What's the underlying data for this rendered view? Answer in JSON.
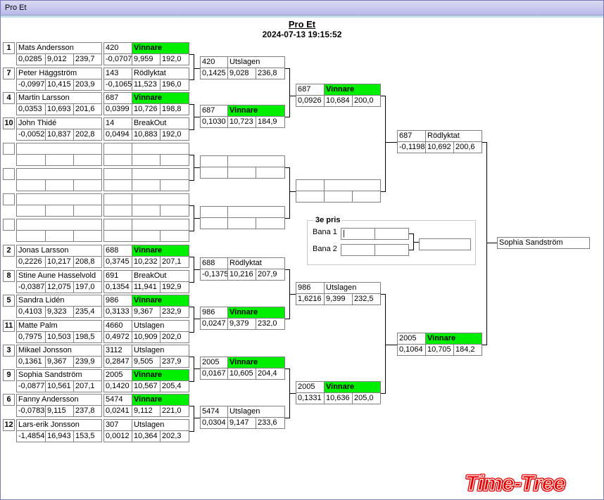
{
  "window": {
    "title": "Pro Et"
  },
  "header": {
    "title": "Pro Et",
    "datetime": "2024-07-13 19:15:52"
  },
  "players": [
    {
      "seed": "1",
      "name": "Mats Andersson",
      "rt": "0,0285",
      "et": "9,012",
      "speed": "239,7",
      "car": "420",
      "status": "Vinnare",
      "win": true,
      "rt2": "-0,0707",
      "et2": "9,959",
      "speed2": "192,0"
    },
    {
      "seed": "7",
      "name": "Peter Häggström",
      "rt": "-0,0997",
      "et": "10,415",
      "speed": "203,9",
      "car": "143",
      "status": "Rödlyktat",
      "win": false,
      "rt2": "-0,1065",
      "et2": "11,523",
      "speed2": "196,0"
    },
    {
      "seed": "4",
      "name": "Martin Larsson",
      "rt": "0,0353",
      "et": "10,693",
      "speed": "201,6",
      "car": "687",
      "status": "Vinnare",
      "win": true,
      "rt2": "0,0399",
      "et2": "10,726",
      "speed2": "198,8"
    },
    {
      "seed": "10",
      "name": "John Thidé",
      "rt": "-0,0052",
      "et": "10,837",
      "speed": "202,8",
      "car": "14",
      "status": "BreakOut",
      "win": false,
      "rt2": "0,0494",
      "et2": "10,883",
      "speed2": "192,0"
    },
    {
      "seed": "",
      "name": "",
      "rt": "",
      "et": "",
      "speed": "",
      "car": "",
      "status": "",
      "win": false,
      "rt2": "",
      "et2": "",
      "speed2": ""
    },
    {
      "seed": "",
      "name": "",
      "rt": "",
      "et": "",
      "speed": "",
      "car": "",
      "status": "",
      "win": false,
      "rt2": "",
      "et2": "",
      "speed2": ""
    },
    {
      "seed": "",
      "name": "",
      "rt": "",
      "et": "",
      "speed": "",
      "car": "",
      "status": "",
      "win": false,
      "rt2": "",
      "et2": "",
      "speed2": ""
    },
    {
      "seed": "",
      "name": "",
      "rt": "",
      "et": "",
      "speed": "",
      "car": "",
      "status": "",
      "win": false,
      "rt2": "",
      "et2": "",
      "speed2": ""
    },
    {
      "seed": "2",
      "name": "Jonas Larsson",
      "rt": "0,2226",
      "et": "10,217",
      "speed": "208,8",
      "car": "688",
      "status": "Vinnare",
      "win": true,
      "rt2": "0,3745",
      "et2": "10,232",
      "speed2": "207,1"
    },
    {
      "seed": "8",
      "name": "Stine Aune Hasselvold",
      "rt": "-0,0387",
      "et": "12,075",
      "speed": "197,0",
      "car": "691",
      "status": "BreakOut",
      "win": false,
      "rt2": "0,1354",
      "et2": "11,941",
      "speed2": "192,9"
    },
    {
      "seed": "5",
      "name": "Sandra Lidén",
      "rt": "0,4103",
      "et": "9,323",
      "speed": "235,4",
      "car": "986",
      "status": "Vinnare",
      "win": true,
      "rt2": "0,3133",
      "et2": "9,367",
      "speed2": "232,9"
    },
    {
      "seed": "11",
      "name": "Matte Palm",
      "rt": "0,7975",
      "et": "10,503",
      "speed": "198,5",
      "car": "4660",
      "status": "Utslagen",
      "win": false,
      "rt2": "0,4972",
      "et2": "10,909",
      "speed2": "202,0"
    },
    {
      "seed": "3",
      "name": "Mikael Jonsson",
      "rt": "0,1361",
      "et": "9,367",
      "speed": "239,9",
      "car": "3112",
      "status": "Utslagen",
      "win": false,
      "rt2": "0,2847",
      "et2": "9,505",
      "speed2": "237,9"
    },
    {
      "seed": "9",
      "name": "Sophia Sandström",
      "rt": "-0,0877",
      "et": "10,561",
      "speed": "207,1",
      "car": "2005",
      "status": "Vinnare",
      "win": true,
      "rt2": "0,1420",
      "et2": "10,567",
      "speed2": "205,4"
    },
    {
      "seed": "6",
      "name": "Fanny Andersson",
      "rt": "-0,0783",
      "et": "9,115",
      "speed": "237,8",
      "car": "5474",
      "status": "Vinnare",
      "win": true,
      "rt2": "0,0241",
      "et2": "9,112",
      "speed2": "221,0"
    },
    {
      "seed": "12",
      "name": "Lars-erik Jonsson",
      "rt": "-1,4854",
      "et": "16,943",
      "speed": "153,5",
      "car": "307",
      "status": "Utslagen",
      "win": false,
      "rt2": "0,0012",
      "et2": "10,364",
      "speed2": "202,3"
    }
  ],
  "rounds": [
    [
      {
        "car": "420",
        "status": "Utslagen",
        "win": false,
        "rt": "0,1425",
        "et": "9,028",
        "speed": "236,8"
      },
      {
        "car": "687",
        "status": "Vinnare",
        "win": true,
        "rt": "0,1030",
        "et": "10,723",
        "speed": "184,9"
      },
      {
        "car": "",
        "status": "",
        "win": false,
        "rt": "",
        "et": "",
        "speed": ""
      },
      {
        "car": "",
        "status": "",
        "win": false,
        "rt": "",
        "et": "",
        "speed": ""
      },
      {
        "car": "688",
        "status": "Rödlyktat",
        "win": false,
        "rt": "-0,1375",
        "et": "10,216",
        "speed": "207,9"
      },
      {
        "car": "986",
        "status": "Vinnare",
        "win": true,
        "rt": "0,0247",
        "et": "9,379",
        "speed": "232,0"
      },
      {
        "car": "2005",
        "status": "Vinnare",
        "win": true,
        "rt": "0,0167",
        "et": "10,605",
        "speed": "204,4"
      },
      {
        "car": "5474",
        "status": "Utslagen",
        "win": false,
        "rt": "0,0304",
        "et": "9,147",
        "speed": "233,6"
      }
    ],
    [
      {
        "car": "687",
        "status": "Vinnare",
        "win": true,
        "rt": "0,0926",
        "et": "10,684",
        "speed": "200,0"
      },
      {
        "car": "",
        "status": "",
        "win": false,
        "rt": "",
        "et": "",
        "speed": ""
      },
      {
        "car": "986",
        "status": "Utslagen",
        "win": false,
        "rt": "1,6216",
        "et": "9,399",
        "speed": "232,5"
      },
      {
        "car": "2005",
        "status": "Vinnare",
        "win": true,
        "rt": "0,1331",
        "et": "10,636",
        "speed": "205,0"
      }
    ],
    [
      {
        "car": "687",
        "status": "Rödlyktat",
        "win": false,
        "rt": "-0,1198",
        "et": "10,692",
        "speed": "200,6"
      },
      {
        "car": "2005",
        "status": "Vinnare",
        "win": true,
        "rt": "0,1064",
        "et": "10,705",
        "speed": "184,2"
      }
    ]
  ],
  "champion": "Sophia Sandström",
  "third_place": {
    "title": "3e pris",
    "lane1": "Bana 1",
    "lane2": "Bana 2"
  },
  "logo": "Time-Tree"
}
